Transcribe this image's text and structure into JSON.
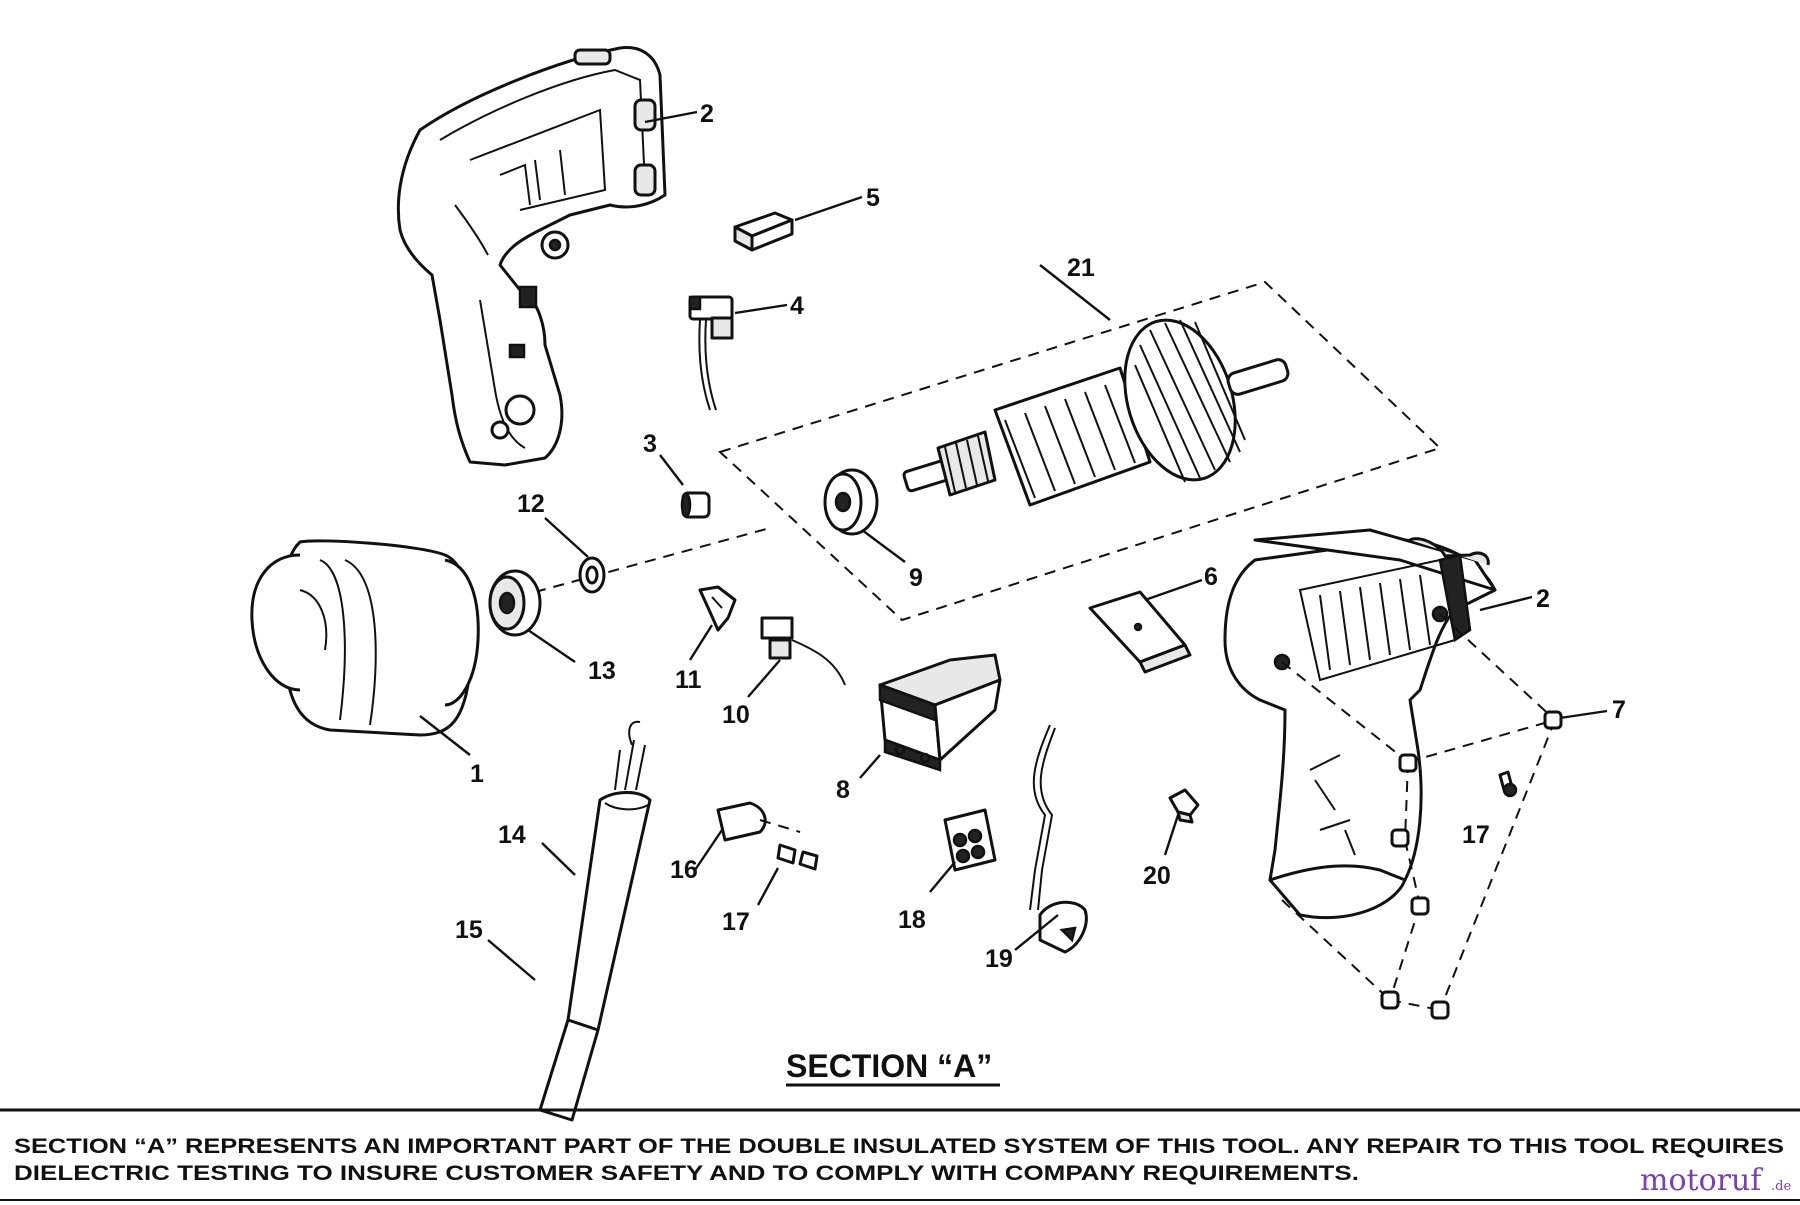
{
  "section_title": "SECTION “A”",
  "notice": {
    "line1": "SECTION “A” REPRESENTS AN IMPORTANT PART OF THE DOUBLE INSULATED SYSTEM OF THIS TOOL. ANY REPAIR TO THIS TOOL REQUIRES",
    "line2": "DIELECTRIC TESTING TO INSURE CUSTOMER SAFETY AND TO COMPLY WITH COMPANY REQUIREMENTS."
  },
  "watermark": {
    "main": "motoruf",
    "suffix": ".de",
    "color": "#7b3fb0"
  },
  "labels": {
    "l1": "1",
    "l2a": "2",
    "l2b": "2",
    "l3": "3",
    "l4": "4",
    "l5": "5",
    "l6": "6",
    "l7": "7",
    "l8": "8",
    "l9": "9",
    "l10": "10",
    "l11": "11",
    "l12": "12",
    "l13": "13",
    "l14": "14",
    "l15": "15",
    "l16": "16",
    "l17a": "17",
    "l17b": "17",
    "l18": "18",
    "l19": "19",
    "l20": "20",
    "l21": "21"
  }
}
